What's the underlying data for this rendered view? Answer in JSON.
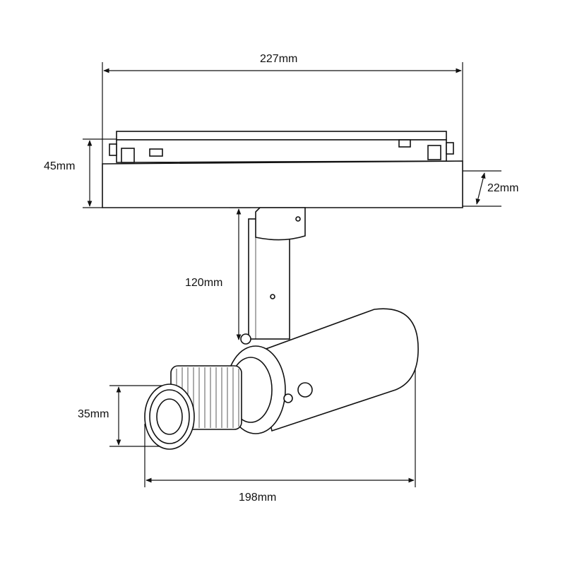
{
  "title": "Track spotlight dimension drawing",
  "dimensions": {
    "overall_width": "227mm",
    "adapter_height": "45mm",
    "adapter_depth": "22mm",
    "stem_height": "120mm",
    "lens_diameter": "35mm",
    "body_length": "198mm"
  }
}
